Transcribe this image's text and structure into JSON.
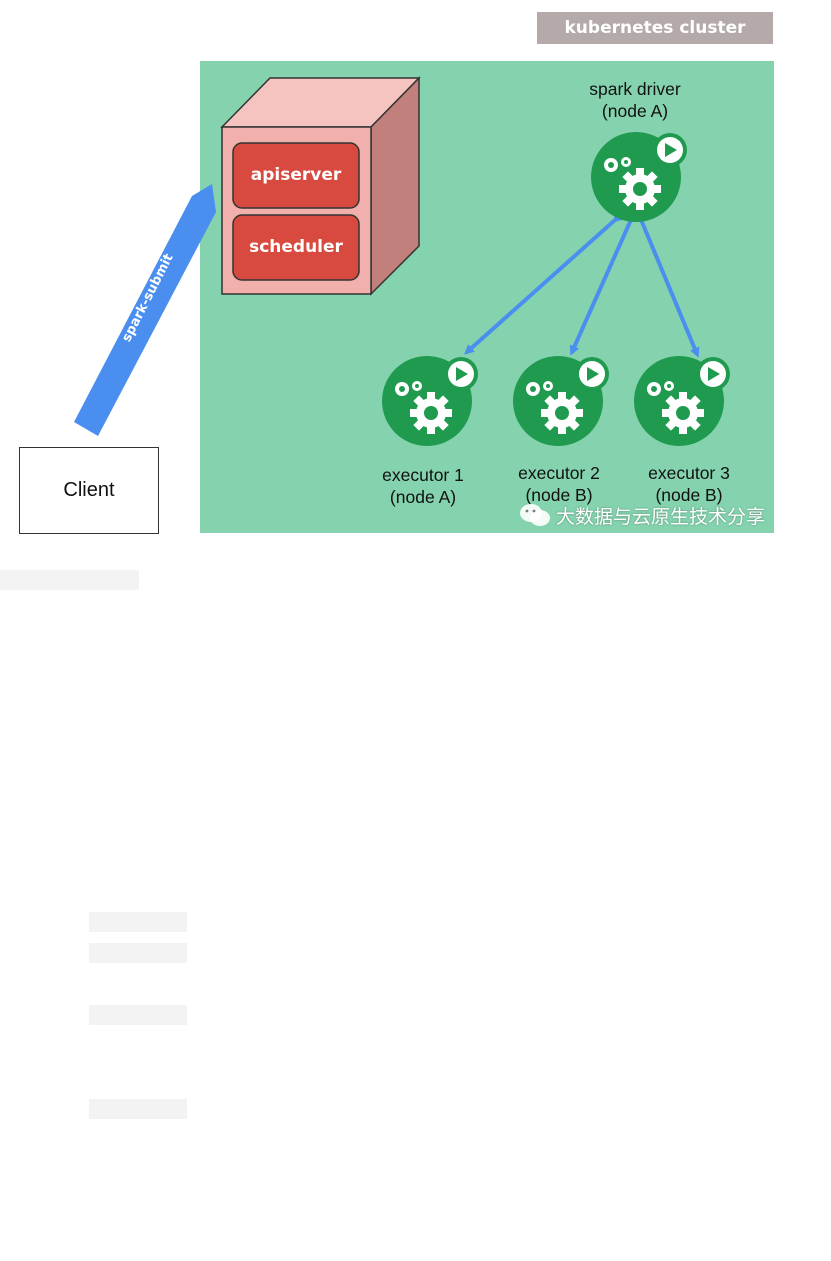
{
  "cluster_label": "kubernetes cluster",
  "control_plane": {
    "apiserver": "apiserver",
    "scheduler": "scheduler"
  },
  "submit_label": "spark-submit",
  "client_label": "Client",
  "driver": {
    "line1": "spark driver",
    "line2": "(node A)"
  },
  "executors": [
    {
      "line1": "executor 1",
      "line2": "(node A)"
    },
    {
      "line1": "executor 2",
      "line2": "(node B)"
    },
    {
      "line1": "executor 3",
      "line2": "(node B)"
    }
  ],
  "watermark": "大数据与云原生技术分享",
  "colors": {
    "cluster_bg": "#84d3ae",
    "cluster_tag_bg": "#b5aaaa",
    "cube_front": "#f1b0ac",
    "cube_side": "#c1807c",
    "component_red": "#d84a3f",
    "spark_green": "#1f9a4f",
    "arrow_blue": "#4a8ff0"
  }
}
